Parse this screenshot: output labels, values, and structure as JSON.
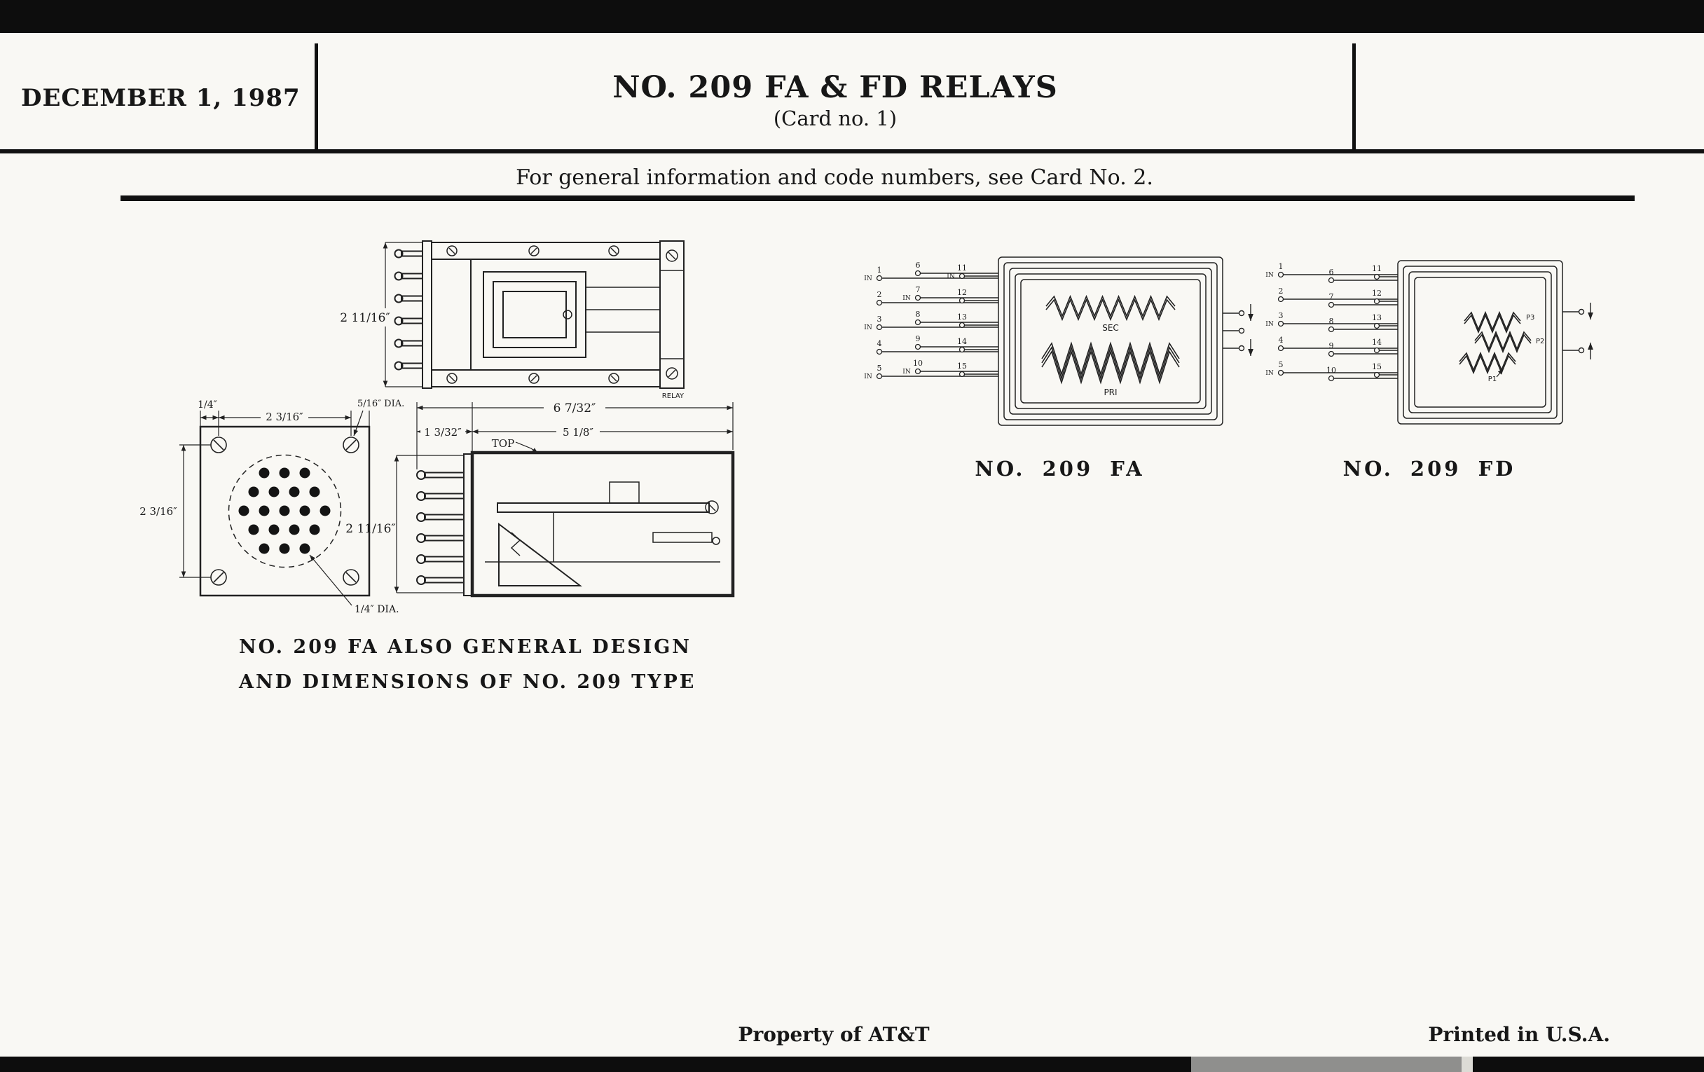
{
  "page": {
    "paper_color": "#f9f8f4",
    "ink_color": "#171717",
    "bar_color": "#0d0d0d"
  },
  "header": {
    "date": "DECEMBER 1, 1987",
    "title": "NO. 209 FA & FD RELAYS",
    "card_no": "(Card no. 1)",
    "info_line": "For general information and code numbers, see Card No. 2."
  },
  "drawing": {
    "caption_line1": "NO. 209 FA ALSO GENERAL DESIGN",
    "caption_line2": "AND DIMENSIONS OF NO. 209 TYPE",
    "relay_label": "RELAY",
    "top_label": "TOP",
    "dim_height_upper": "2 11/16″",
    "dim_height_lower": "2 11/16″",
    "dim_overall": "6 7/32″",
    "dim_pin_offset": "1 3/32″",
    "dim_cover": "5 1/8″",
    "dim_plate_w": "2 3/16″",
    "dim_plate_h": "2 3/16″",
    "dim_corner": "1/4″",
    "dim_hole_dia": "5/16″ DIA.",
    "dim_pin_dia": "1/4″ DIA."
  },
  "fa": {
    "caption": "NO. 209 FA",
    "in": "IN",
    "sec": "SEC",
    "pri": "PRI",
    "col1": [
      "1",
      "2",
      "3",
      "4",
      "5"
    ],
    "col2": [
      "6",
      "7",
      "8",
      "9",
      "10"
    ],
    "col3": [
      "11",
      "12",
      "13",
      "14",
      "15"
    ]
  },
  "fd": {
    "caption": "NO. 209 FD",
    "in": "IN",
    "p1": "P1",
    "p2": "P2",
    "p3": "P3",
    "col1": [
      "1",
      "2",
      "3",
      "4",
      "5"
    ],
    "col2": [
      "6",
      "7",
      "8",
      "9",
      "10"
    ],
    "col3": [
      "11",
      "12",
      "13",
      "14",
      "15"
    ]
  },
  "footer": {
    "property": "Property of AT&T",
    "printed": "Printed in U.S.A."
  }
}
